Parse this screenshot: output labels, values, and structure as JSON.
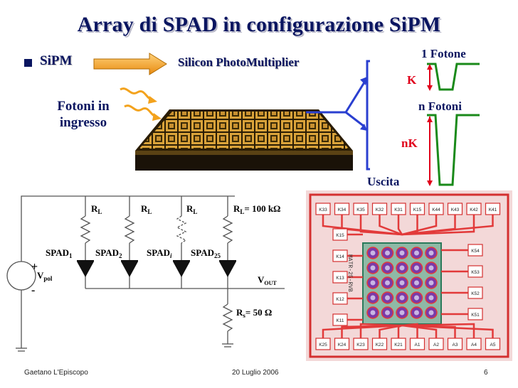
{
  "slide": {
    "title": "Array di SPAD in configurazione SiPM",
    "bullet": "SiPM",
    "expansion": "Silicon PhotoMultiplier",
    "input_label_line1": "Fotoni in",
    "input_label_line2": "ingresso"
  },
  "output_panel": {
    "one_photon": "1 Fotone",
    "n_photons": "n Fotoni",
    "k_label": "K",
    "nk_label": "nK",
    "output_label": "Uscita"
  },
  "circuit": {
    "rl": "R",
    "rl_sub": "L",
    "rl_value": "= 100 kΩ",
    "spad": "SPAD",
    "spad_subs": [
      "1",
      "2",
      "i",
      "25"
    ],
    "vpol": "V",
    "vpol_sub": "pol",
    "vout": "V",
    "vout_sub": "OUT",
    "rs": "R",
    "rs_sub": "s",
    "rs_value": "= 50 Ω",
    "plus": "+",
    "minus": "-"
  },
  "chip_layout": {
    "pads_top": [
      "K33",
      "K34",
      "K35",
      "K32",
      "K31",
      "K15",
      "K44",
      "K43",
      "K42",
      "K41"
    ],
    "pads_left": [
      "K15",
      "K14",
      "K13",
      "K12",
      "K11"
    ],
    "pads_right": [
      "K54",
      "K53",
      "K52",
      "K51"
    ],
    "pads_bottom": [
      "K25",
      "K24",
      "K23",
      "K22",
      "K21",
      "A1",
      "A2",
      "A3",
      "A4",
      "A5"
    ],
    "vertical_text": "MATR-25-RVB"
  },
  "footer": {
    "author": "Gaetano L'Episcopo",
    "date": "20 Luglio 2006",
    "page": "6"
  },
  "colors": {
    "title": "#0a1560",
    "accent_red": "#e0001a",
    "arrow_fill": "#f3a21c",
    "pulse_green": "#1a8a1a",
    "circuit_blue": "#2a3fd0"
  }
}
